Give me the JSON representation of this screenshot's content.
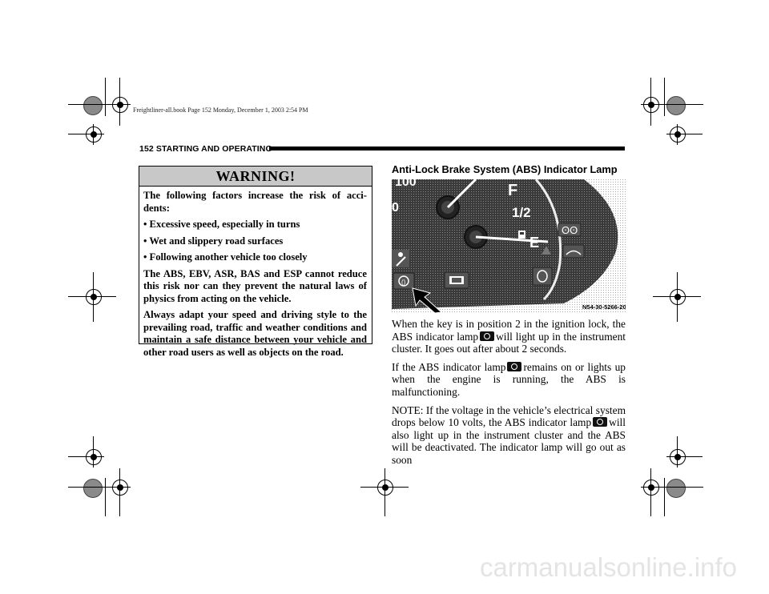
{
  "slug": "Freightliner-all.book  Page 152  Monday, December 1, 2003  2:54 PM",
  "header": "152  STARTING AND OPERATING",
  "warning": {
    "title": "WARNING!",
    "paragraphs": [
      "The following factors increase the risk of acci-dents:",
      "• Excessive speed, especially in turns",
      "• Wet and slippery road surfaces",
      "• Following another vehicle too closely",
      "The ABS, EBV, ASR, BAS and ESP cannot reduce this risk nor can they prevent the natural laws of physics from acting on the vehicle.",
      "Always adapt your speed and driving style to the prevailing road, traffic and weather conditions and maintain a safe distance between your vehicle and other road users as well as objects on the road."
    ]
  },
  "section_title": "Anti-Lock Brake System (ABS) Indicator Lamp",
  "figure": {
    "gauge_labels": {
      "f": "F",
      "half": "1/2",
      "e": "E",
      "speed_1": "100",
      "speed_0": "0"
    },
    "code": "N54-30-5266-20"
  },
  "body": {
    "p1_a": "When the key is in position 2 in the ignition lock, the ABS indicator lamp",
    "p1_b": "will light up in the instrument cluster. It goes out after about 2 seconds.",
    "p2_a": "If the ABS indicator lamp",
    "p2_b": "remains on or lights up when the engine is running, the ABS is malfunctioning.",
    "p3_a": "NOTE: If the voltage in the vehicle’s electrical system drops below 10 volts, the ABS indicator lamp",
    "p3_b": "will also light up in the instrument cluster and the ABS will be deactivated. The indicator lamp will go out as soon"
  },
  "watermark": "carmanualsonline.info",
  "icons": [
    "abs-indicator-icon",
    "engine-check-icon",
    "seatbelt-icon",
    "fuel-pump-icon",
    "tire-pressure-icon",
    "low-beam-icon",
    "washer-fluid-icon",
    "warning-triangle-icon",
    "arrow-icon"
  ]
}
